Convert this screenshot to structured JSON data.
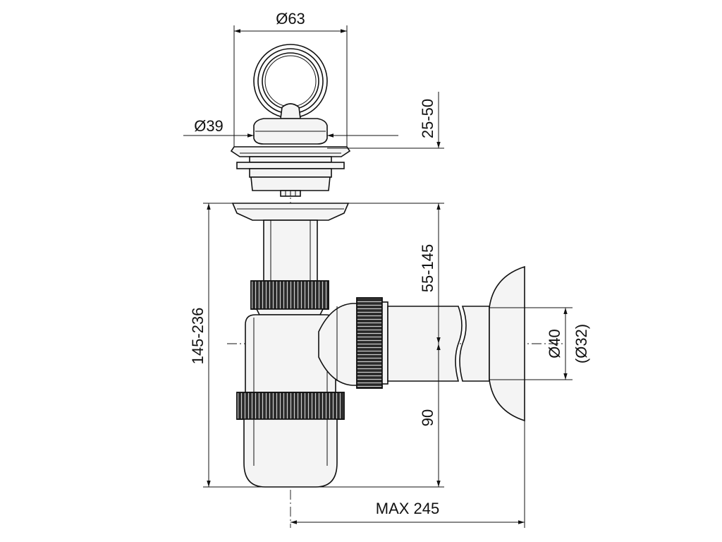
{
  "drawing": {
    "dimensions": {
      "strainer_diameter": "Ø63",
      "plug_diameter": "Ø39",
      "plug_height": "25-50",
      "overall_height": "145-236",
      "pipe_height": "55-145",
      "outlet_height": "90",
      "outlet_diameter": "Ø40",
      "outlet_diameter_alt": "(Ø32)",
      "max_length": "MAX 245"
    }
  }
}
